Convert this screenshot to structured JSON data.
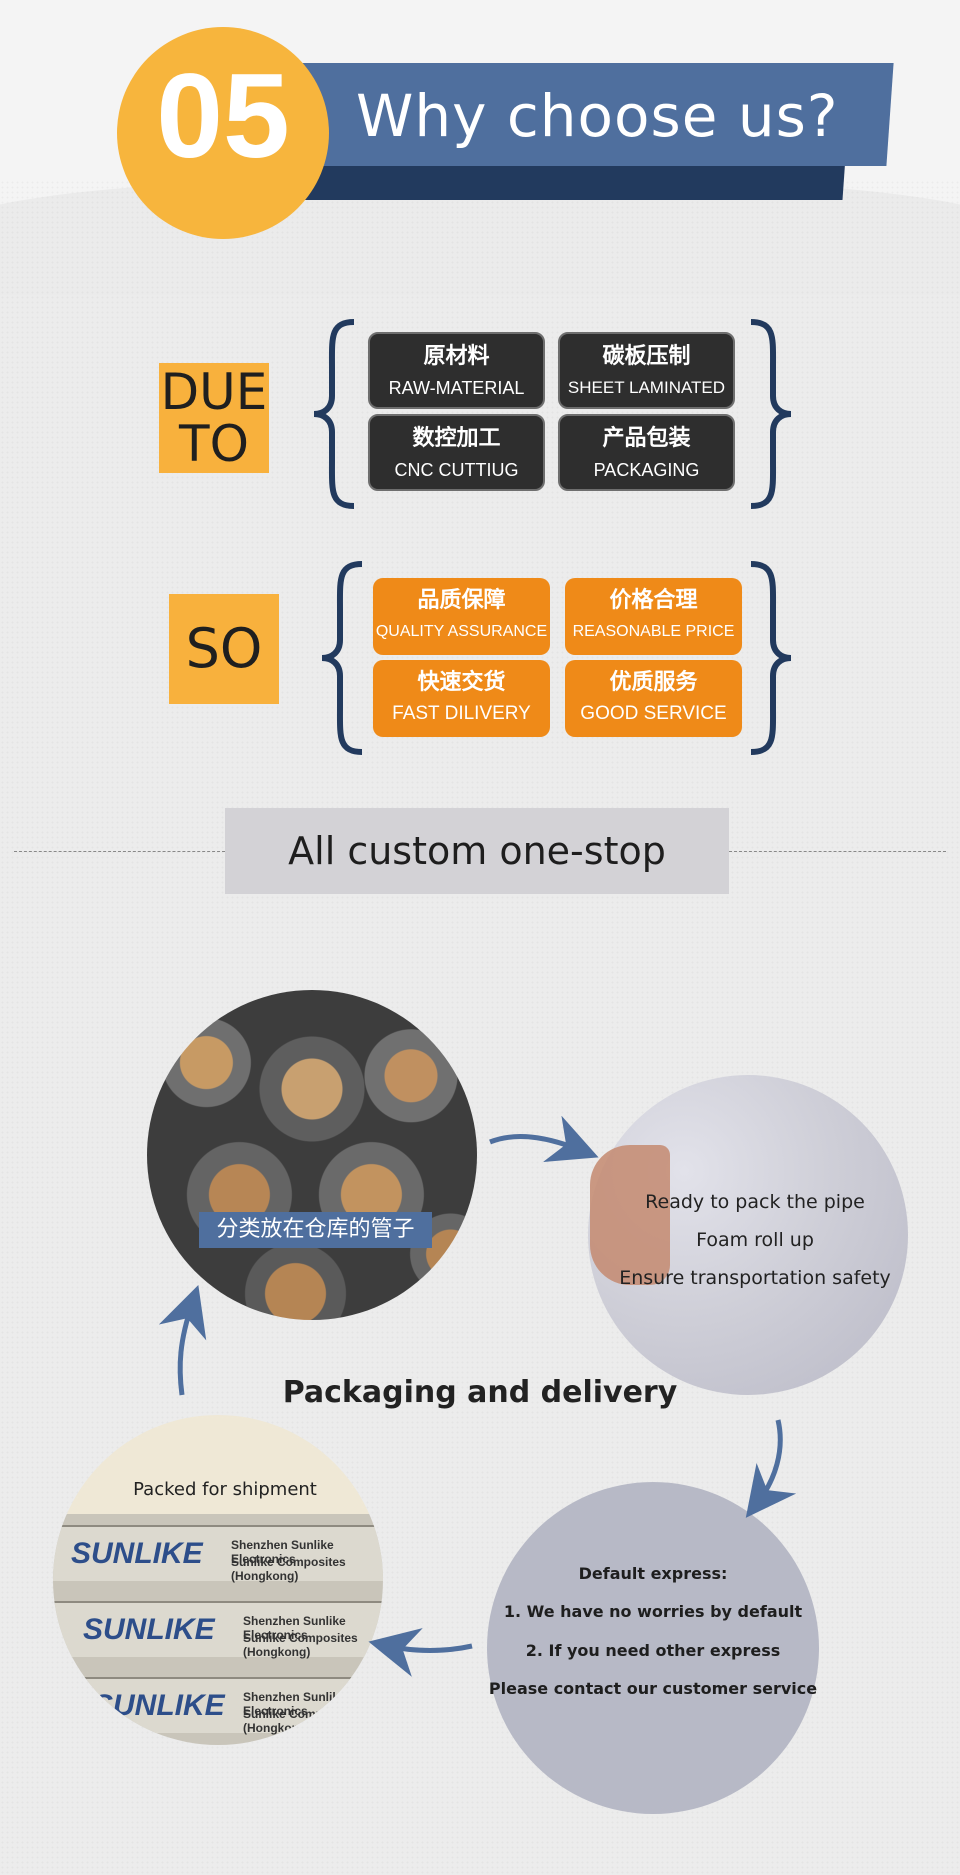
{
  "header": {
    "number": "05",
    "title": "Why choose us?"
  },
  "due": {
    "label_line1": "DUE",
    "label_line2": "TO",
    "items": [
      {
        "zh": "原材料",
        "en": "RAW-MATERIAL"
      },
      {
        "zh": "碳板压制",
        "en": "SHEET LAMINATED"
      },
      {
        "zh": "数控加工",
        "en": "CNC CUTTIUG"
      },
      {
        "zh": "产品包装",
        "en": "PACKAGING"
      }
    ]
  },
  "so": {
    "label": "SO",
    "items": [
      {
        "zh": "品质保障",
        "en": "QUALITY ASSURANCE"
      },
      {
        "zh": "价格合理",
        "en": "REASONABLE PRICE"
      },
      {
        "zh": "快速交货",
        "en": "FAST DILIVERY"
      },
      {
        "zh": "优质服务",
        "en": "GOOD SERVICE"
      }
    ]
  },
  "divider": {
    "label": "All custom one-stop"
  },
  "packaging": {
    "title": "Packaging and delivery",
    "warehouse_label": "分类放在仓库的管子",
    "pack_lines": [
      "Ready to pack the pipe",
      "Foam roll up",
      "Ensure transportation safety"
    ],
    "express_lines": [
      "Default express:",
      "1. We have no worries by default",
      "2. If you need other express",
      "Please contact our customer service"
    ],
    "shipment_label": "Packed for shipment",
    "box_brand": "SUNLIKE",
    "box_line1": "Shenzhen Sunlike Electronics",
    "box_line2": "Sunlike Composites (Hongkong)"
  },
  "colors": {
    "accent_orange": "#f7b53d",
    "banner_blue": "#4f6f9e",
    "navy": "#223a5e",
    "tile_orange": "#ef8a18",
    "tile_dark": "#2e2e2e"
  }
}
